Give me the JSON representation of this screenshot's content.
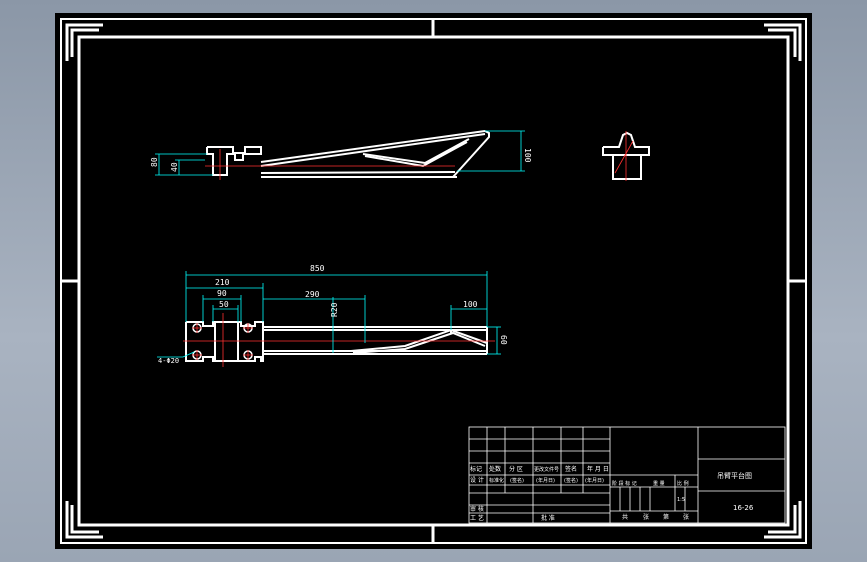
{
  "drawing": {
    "front_view": {
      "dims": [
        "80",
        "40",
        "100"
      ]
    },
    "side_view": {},
    "top_view": {
      "dims": [
        "850",
        "210",
        "90",
        "50",
        "290",
        "R20",
        "100",
        "60",
        "4-Φ20"
      ]
    }
  },
  "title_block": {
    "row_labels_1": [
      "标记",
      "处数",
      "分 区",
      "更改文件号",
      "签名",
      "年 月 日"
    ],
    "row_labels_2": [
      "设 计",
      "标准化",
      "(签名)",
      "(年月日)",
      "(签名)",
      "(年月日)"
    ],
    "row_labels_3": [
      "审 核"
    ],
    "row_labels_4": [
      "工 艺",
      "批 准"
    ],
    "stage_labels": [
      "阶 段 标 记",
      "重 量",
      "比 例"
    ],
    "scale": "1:5",
    "sheet_labels": [
      "共",
      "张",
      "第",
      "张"
    ],
    "part_name": "吊臂平台图",
    "drawing_no": "16-26"
  }
}
